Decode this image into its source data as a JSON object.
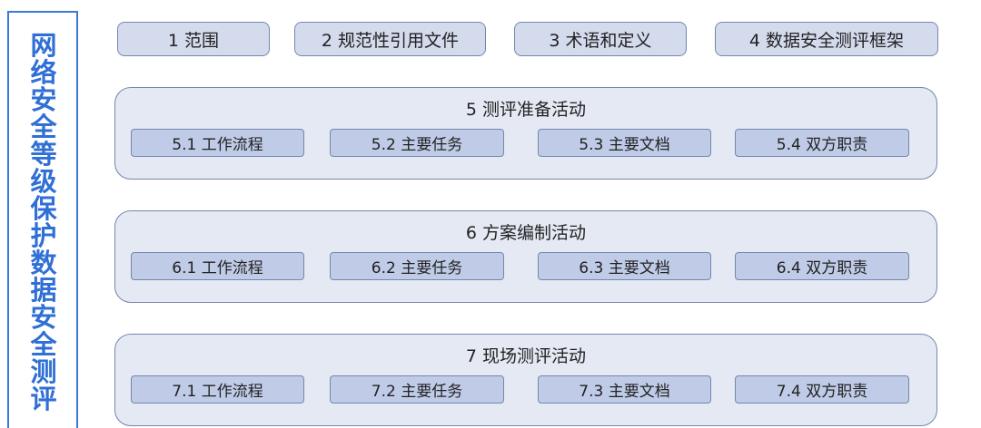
{
  "side_title": "网络安全等级保护数据安全测评",
  "top_boxes": [
    "1 范围",
    "2 规范性引用文件",
    "3 术语和定义",
    "4 数据安全测评框架"
  ],
  "sections": [
    {
      "title": "5 测评准备活动",
      "items": [
        "5.1 工作流程",
        "5.2 主要任务",
        "5.3 主要文档",
        "5.4 双方职责"
      ]
    },
    {
      "title": "6 方案编制活动",
      "items": [
        "6.1 工作流程",
        "6.2 主要任务",
        "6.3 主要文档",
        "6.4 双方职责"
      ]
    },
    {
      "title": "7 现场测评活动",
      "items": [
        "7.1 工作流程",
        "7.2 主要任务",
        "7.3 主要文档",
        "7.4 双方职责"
      ]
    }
  ]
}
